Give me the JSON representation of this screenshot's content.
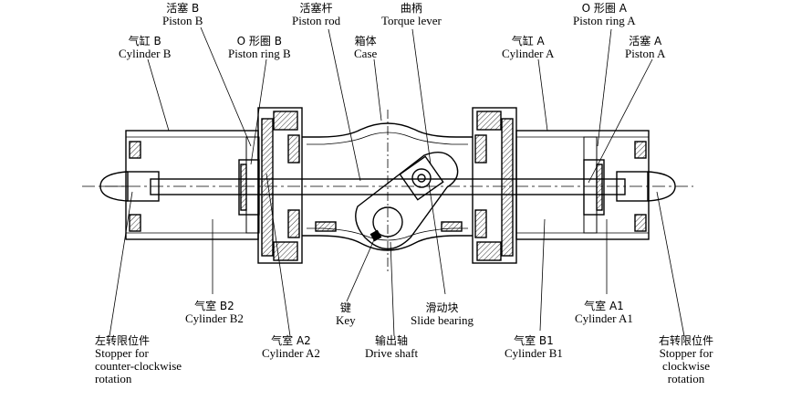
{
  "labels": {
    "piston_b": {
      "zh": "活塞 B",
      "en": "Piston B"
    },
    "cylinder_b": {
      "zh": "气缸 B",
      "en": "Cylinder B"
    },
    "piston_ring_b": {
      "zh": "O 形圈 B",
      "en": "Piston ring B"
    },
    "piston_rod": {
      "zh": "活塞杆",
      "en": "Piston rod"
    },
    "case": {
      "zh": "箱体",
      "en": "Case"
    },
    "torque_lever": {
      "zh": "曲柄",
      "en": "Torque lever"
    },
    "cylinder_a": {
      "zh": "气缸 A",
      "en": "Cylinder A"
    },
    "piston_ring_a": {
      "zh": "O 形圈 A",
      "en": "Piston ring A"
    },
    "piston_a": {
      "zh": "活塞 A",
      "en": "Piston A"
    },
    "cylinder_b2": {
      "zh": "气室 B2",
      "en": "Cylinder B2"
    },
    "key": {
      "zh": "键",
      "en": "Key"
    },
    "slide_bearing": {
      "zh": "滑动块",
      "en": "Slide bearing"
    },
    "cylinder_a1": {
      "zh": "气室 A1",
      "en": "Cylinder A1"
    },
    "stopper_ccw": {
      "zh": "左转限位件",
      "en1": "Stopper for",
      "en2": "counter-clockwise",
      "en3": "rotation"
    },
    "cylinder_a2": {
      "zh": "气室 A2",
      "en": "Cylinder A2"
    },
    "drive_shaft": {
      "zh": "输出轴",
      "en": "Drive shaft"
    },
    "cylinder_b1": {
      "zh": "气室 B1",
      "en": "Cylinder B1"
    },
    "stopper_cw": {
      "zh": "右转限位件",
      "en1": "Stopper for",
      "en2": "clockwise",
      "en3": "rotation"
    }
  }
}
